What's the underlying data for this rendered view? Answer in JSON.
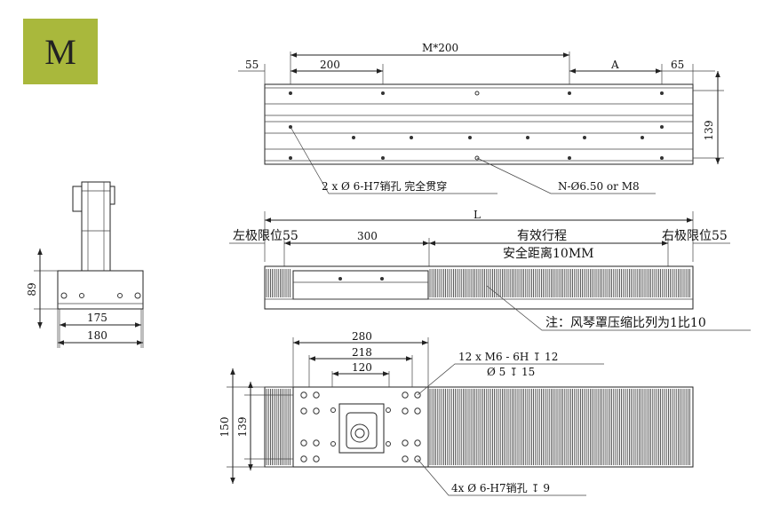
{
  "badge": {
    "letter": "M",
    "color": "#a9b83c"
  },
  "top_view": {
    "dim_m200": "M*200",
    "dim_55": "55",
    "dim_200": "200",
    "dim_A": "A",
    "dim_65": "65",
    "dim_139": "139",
    "callout_pin": "2 x  Ø  6-H7销孔  完全贯穿",
    "callout_n": "N-Ø6.50 or M8"
  },
  "side_view": {
    "dim_L": "L",
    "left_limit": "左极限位55",
    "dim_300": "300",
    "effective_stroke": "有效行程",
    "right_limit": "右极限位55",
    "safety": "安全距离10MM",
    "note": "注：风琴罩压缩比列为1比10"
  },
  "end_view": {
    "dim_89": "89",
    "dim_175": "175",
    "dim_180": "180"
  },
  "bottom_view": {
    "dim_280": "280",
    "dim_218": "218",
    "dim_120": "120",
    "dim_150": "150",
    "dim_139": "139",
    "callout_m6_a": "12 x  M6 - 6H ↧ 12",
    "callout_m6_b": "Ø 5 ↧ 15",
    "callout_pin": "4x  Ø  6-H7销孔 ↧ 9"
  }
}
